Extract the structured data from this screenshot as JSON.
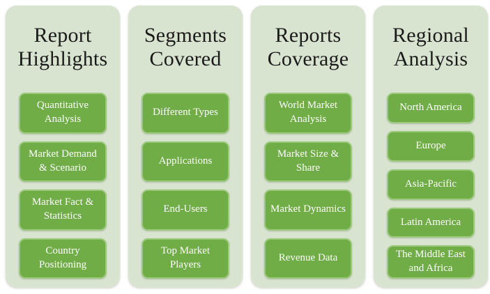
{
  "colors": {
    "page_bg": "#ffffff",
    "column_bg": "#d9e4d0",
    "button_fill": "#70ad47",
    "button_border": "#9cca7c",
    "title_text": "#1b1b1b",
    "button_text": "#ffffff"
  },
  "columns": [
    {
      "title": "Report Highlights",
      "items": [
        "Quantitative Analysis",
        "Market Demand & Scenario",
        "Market Fact & Statistics",
        "Country Positioning"
      ]
    },
    {
      "title": "Segments Covered",
      "items": [
        "Different Types",
        "Applications",
        "End-Users",
        "Top Market Players"
      ]
    },
    {
      "title": "Reports Coverage",
      "items": [
        "World Market Analysis",
        "Market Size & Share",
        "Market Dynamics",
        "Revenue Data"
      ]
    },
    {
      "title": "Regional Analysis",
      "items": [
        "North America",
        "Europe",
        "Asia-Pacific",
        "Latin America",
        "The Middle East and Africa"
      ]
    }
  ]
}
